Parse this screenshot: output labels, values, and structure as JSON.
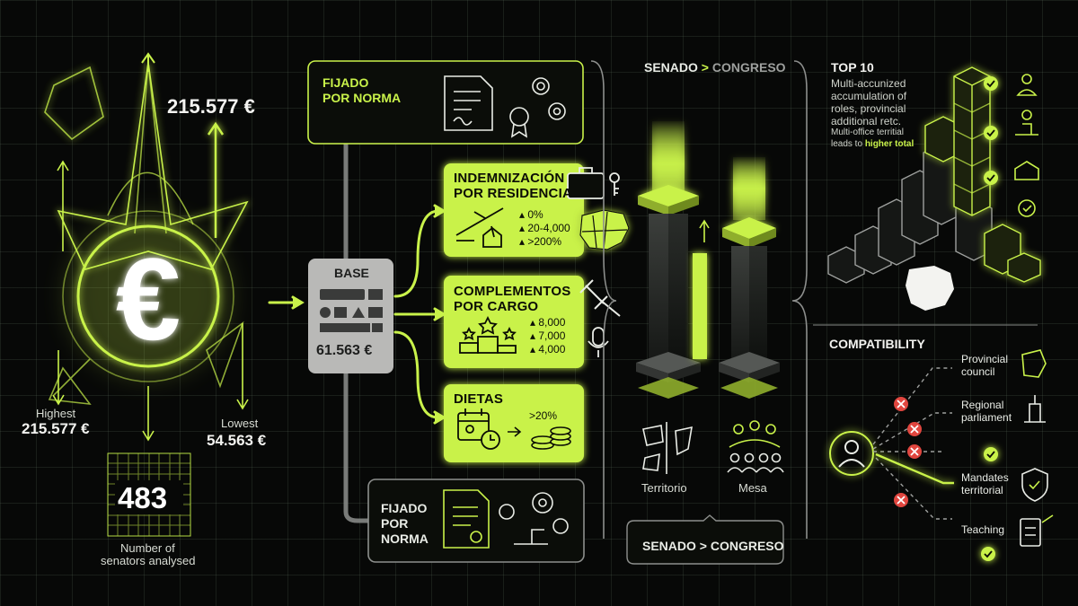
{
  "left": {
    "top_amount": "215.577 €",
    "highest_label": "Highest",
    "highest_value": "215.577 €",
    "lowest_label": "Lowest",
    "lowest_value": "54.563 €",
    "count": "483",
    "count_caption_1": "Number of",
    "count_caption_2": "senators analysed"
  },
  "flow": {
    "top_box": [
      "FIJADO",
      "POR NORMA"
    ],
    "base_label": "BASE",
    "base_value": "61.563 €",
    "cards": [
      {
        "title": [
          "INDEMNIZACIÓN",
          "POR RESIDENCIA"
        ],
        "items": [
          "0%",
          "20-4,000",
          ">200%"
        ]
      },
      {
        "title": [
          "COMPLEMENTOS",
          "POR CARGO"
        ],
        "items": [
          "8,000",
          "7,000",
          "4,000"
        ]
      },
      {
        "title": [
          "DIETAS"
        ],
        "items": [
          ">20%"
        ]
      }
    ],
    "bottom_box": [
      "FIJADO",
      "POR",
      "NORMA"
    ]
  },
  "compare": {
    "header_a": "SENADO",
    "header_sep": ">",
    "header_b": "CONGRESO",
    "label_left": "Territorio",
    "label_right": "Mesa",
    "footer": "SENADO > CONGRESO"
  },
  "top10": {
    "title": "TOP 10",
    "desc": "Multi-accunized accumulation of roles, provincial additional retc.",
    "note_1": "Multi-office territial leads to",
    "note_2": "higher total"
  },
  "compat": {
    "title": "COMPATIBILITY",
    "items": [
      "Provincial council",
      "Regional parliament",
      "Mandates territorial",
      "Teaching"
    ]
  },
  "colors": {
    "accent": "#c9f24a",
    "background": "#070807",
    "deny": "#e0463f"
  },
  "icons": [
    "euro-icon",
    "document-icon",
    "gear-icon",
    "suitcase-icon",
    "key-icon",
    "airplane-icon",
    "house-icon",
    "spain-map-icon",
    "gavel-icon",
    "podium-icon",
    "microphone-icon",
    "calendar-icon",
    "clock-icon",
    "coins-icon",
    "user-icon",
    "shield-icon",
    "check-icon",
    "cross-icon"
  ]
}
